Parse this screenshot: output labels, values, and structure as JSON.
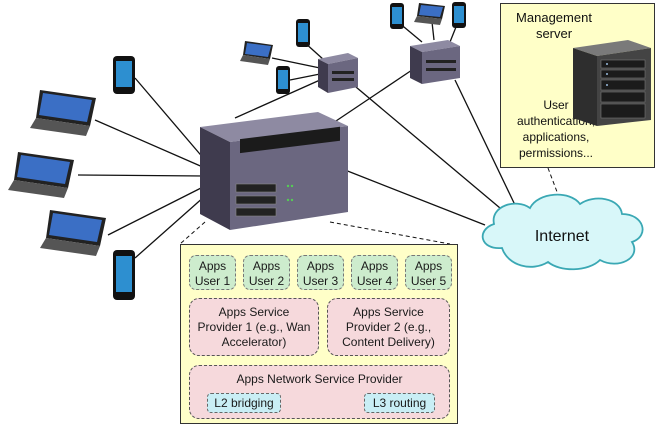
{
  "management": {
    "title": "Management server",
    "desc": "User authentication, applications, permissions..."
  },
  "cloud": {
    "label": "Internet"
  },
  "apps_users": [
    "Apps User 1",
    "Apps User 2",
    "Apps User 3",
    "Apps User 4",
    "Apps User 5"
  ],
  "providers": [
    {
      "label": "Apps Service Provider 1 (e.g., Wan Accelerator)"
    },
    {
      "label": "Apps Service Provider 2 (e.g., Content Delivery)"
    }
  ],
  "network_provider": {
    "label": "Apps Network Service Provider",
    "l2": "L2 bridging",
    "l3": "L3 routing"
  },
  "colors": {
    "management_bg": "#ffffc8",
    "panel_bg": "#ffffc8",
    "cloud_fill": "#d8f7f9",
    "cloud_stroke": "#3aa8b4",
    "apps_user_bg": "#cdeccd",
    "provider_bg": "#f6d9dc",
    "l_box_bg": "#c9eef5"
  },
  "icons": [
    "laptop-icon",
    "smartphone-icon",
    "network-switch-icon",
    "rack-server-icon",
    "cloud-icon"
  ]
}
